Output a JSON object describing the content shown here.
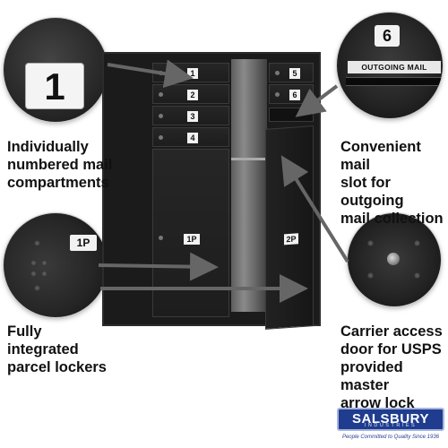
{
  "features": {
    "compartments": "Individually\nnumbered mail\ncompartments",
    "mail_slot": "Convenient mail\nslot for outgoing\nmail collection",
    "parcel_lockers": "Fully integrated\nparcel lockers",
    "carrier_door": "Carrier access\ndoor for USPS\nprovided master\narrow lock"
  },
  "zoom_details": {
    "number_plate": "1",
    "slot_number_plate": "6",
    "slot_label": "OUTGOING MAIL",
    "parcel_plate": "1P"
  },
  "mailbox": {
    "left_doors": [
      "1",
      "2",
      "3",
      "4"
    ],
    "right_doors": [
      "5",
      "6"
    ],
    "left_parcel": "1P",
    "right_parcel": "2P"
  },
  "logo": {
    "brand": "SALSBURY",
    "subbrand": "INDUSTRIES",
    "tagline": "People Committed to Quality Since 1936"
  },
  "colors": {
    "mailbox_finish": "#1b1b1b",
    "logo_blue": "#1f3c8f"
  }
}
